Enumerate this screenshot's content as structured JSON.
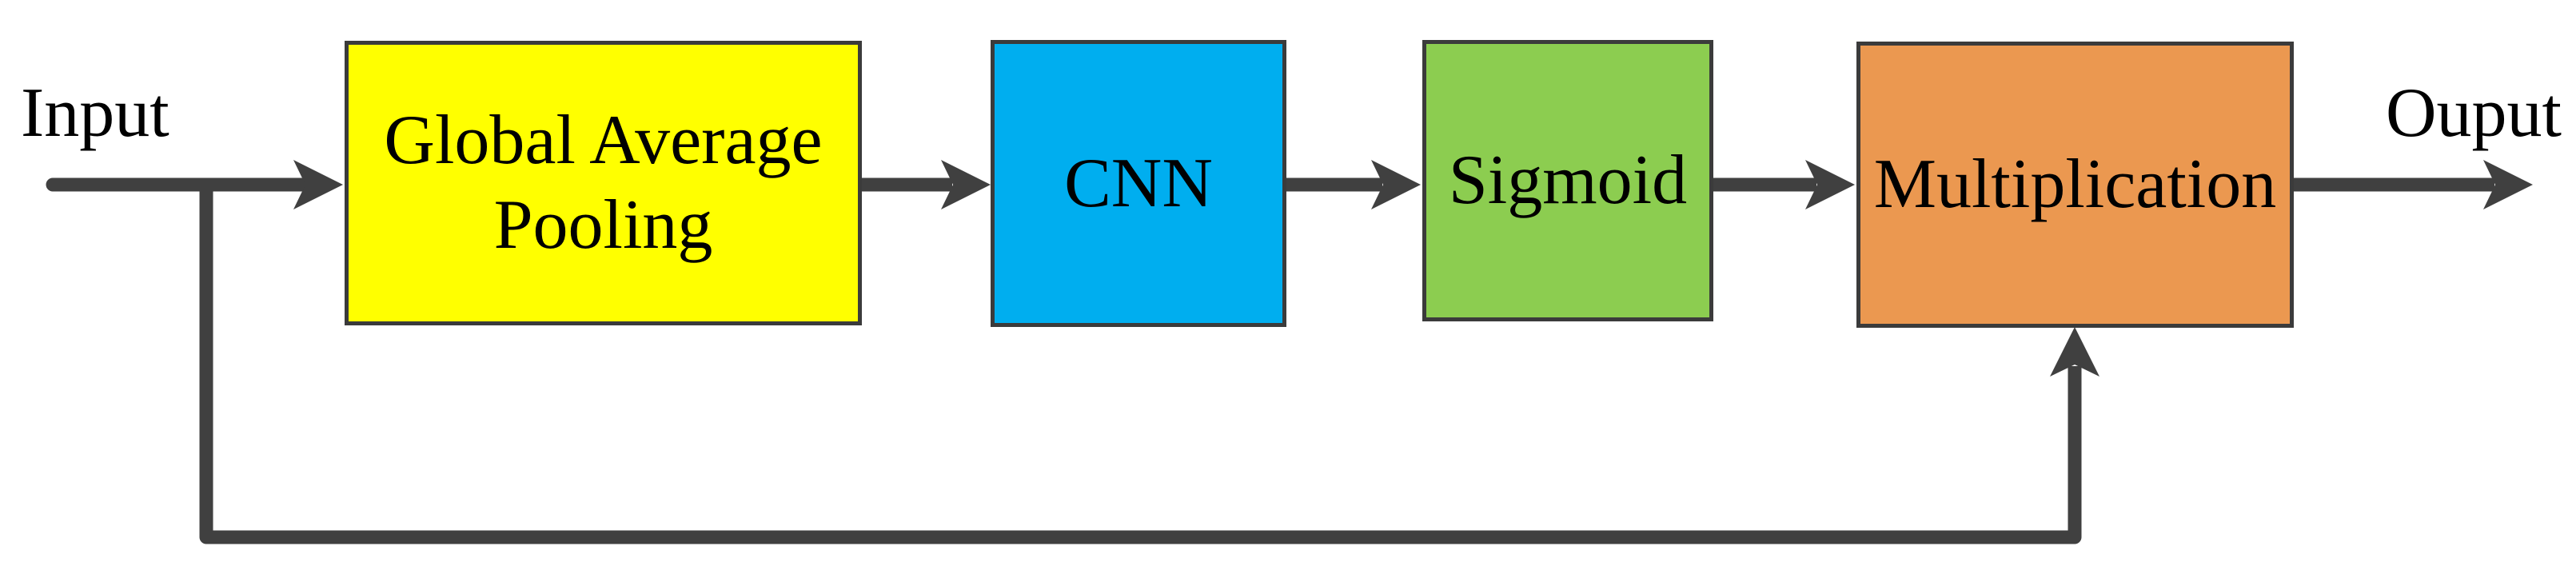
{
  "diagram": {
    "input_label": "Input",
    "output_label": "Ouput",
    "blocks": [
      {
        "id": "global-average-pooling",
        "label": "Global Average Pooling",
        "color": "#FFFF00"
      },
      {
        "id": "cnn",
        "label": "CNN",
        "color": "#00AEEF"
      },
      {
        "id": "sigmoid",
        "label": "Sigmoid",
        "color": "#8CCD50"
      },
      {
        "id": "multiplication",
        "label": "Multiplication",
        "color": "#EB9850"
      }
    ],
    "line_color": "#404040",
    "border_color": "#3B3B3B",
    "text_color": "#000000",
    "background_color": "#FFFFFF"
  }
}
